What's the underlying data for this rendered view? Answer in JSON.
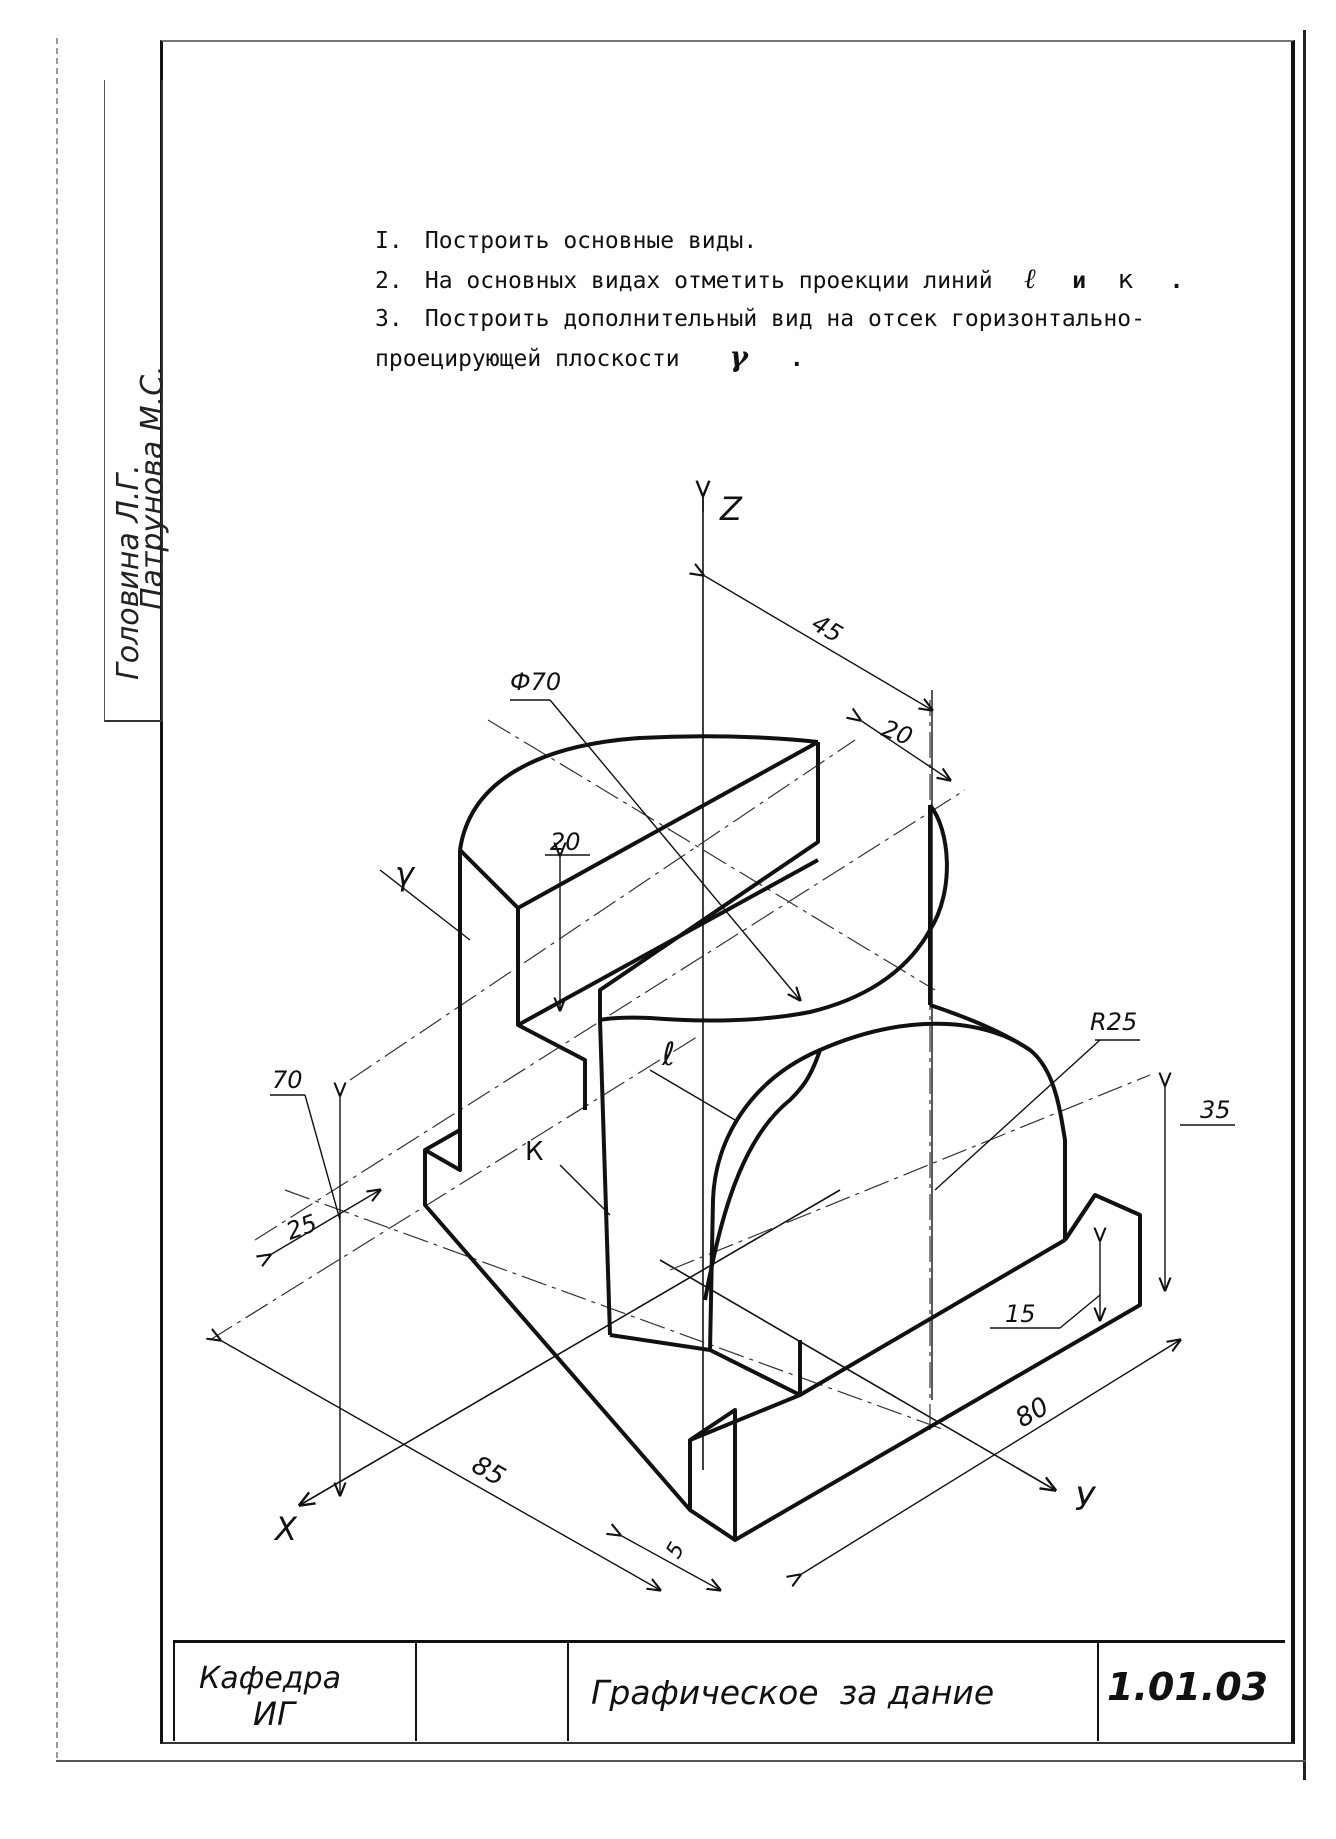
{
  "side_label": {
    "line1": "Головина Л.Г.",
    "line2": "Патрунова М.С."
  },
  "tasks": [
    {
      "num": "I.",
      "text": "Построить основные виды."
    },
    {
      "num": "2.",
      "text": "На основных видах отметить проекции линий",
      "var1": "ℓ",
      "join": "и",
      "var2": "к",
      "end": "."
    },
    {
      "num": "3.",
      "text": "Построить дополнительный вид на отсек горизонтально-",
      "cont": "проецирующей плоскости",
      "var": "γ",
      "end": "."
    }
  ],
  "drawing": {
    "axes": {
      "x": "X",
      "y": "У",
      "z": "Z"
    },
    "dimensions": {
      "d45": "45",
      "d20_top": "20",
      "phi70": "Ф70",
      "d20_slot": "20",
      "r25": "R25",
      "d70": "70",
      "d25": "25",
      "d35": "35",
      "d15": "15",
      "d85": "85",
      "d80": "80",
      "d5": "5"
    },
    "labels": {
      "gamma": "γ",
      "line_l": "ℓ",
      "line_k": "К"
    }
  },
  "title_block": {
    "department_line1": "Кафедра",
    "department_line2": "ИГ",
    "title": "Графическое  за дание",
    "code": "1.01.03"
  }
}
